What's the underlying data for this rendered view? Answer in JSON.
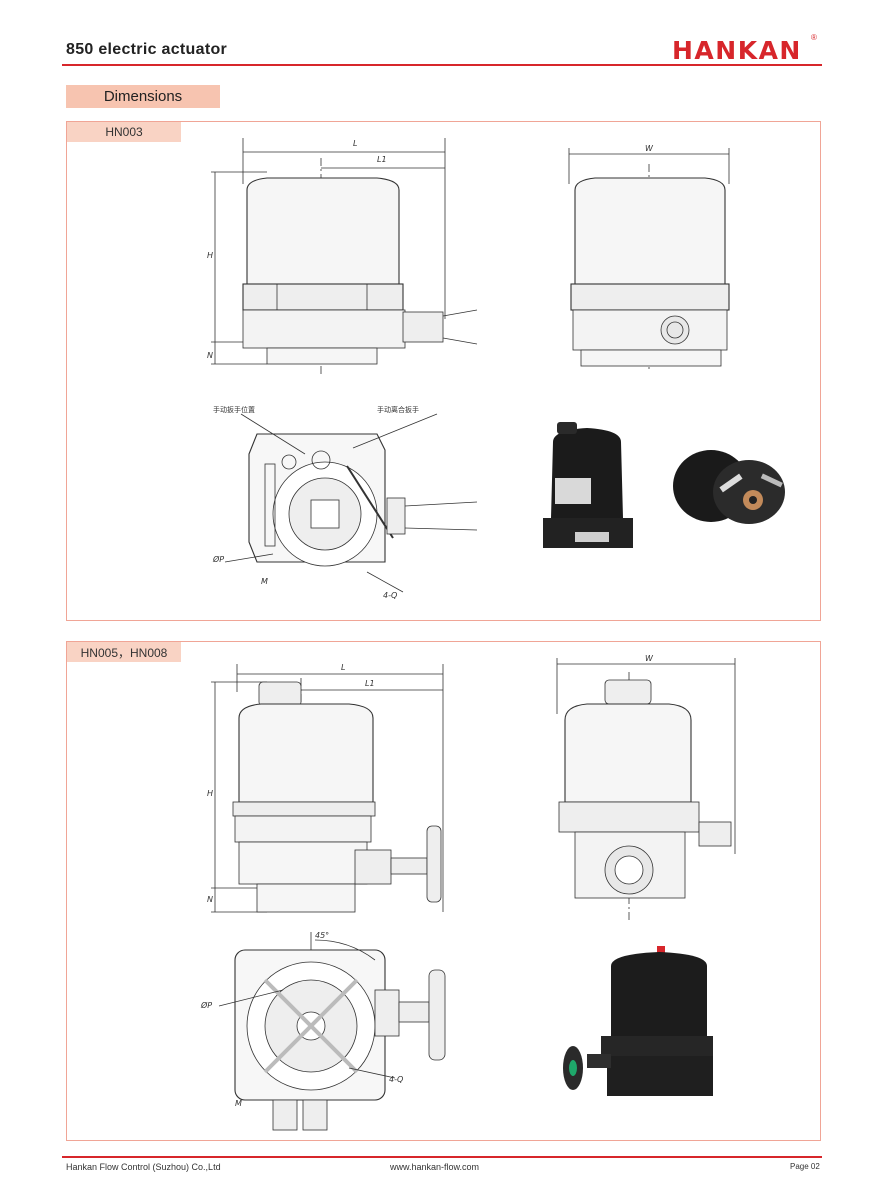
{
  "header": {
    "title": "850 electric actuator",
    "logo": "HANKAN",
    "logo_mark": "®",
    "accent": "#d7262b"
  },
  "section": {
    "title": "Dimensions"
  },
  "panels": [
    {
      "tag": "HN003",
      "dims": {
        "L": "L",
        "L1": "L1",
        "W": "W",
        "H": "H",
        "N": "N",
        "P": "ØP",
        "M": "M",
        "Q": "4-Q"
      },
      "callouts": {
        "wrench_position": "手动扳手位置",
        "clutch_wrench": "手动离合扳手"
      }
    },
    {
      "tag": "HN005，HN008",
      "dims": {
        "L": "L",
        "L1": "L1",
        "W": "W",
        "H": "H",
        "N": "N",
        "P": "ØP",
        "M": "M",
        "Q": "4-Q",
        "angle": "45°"
      }
    }
  ],
  "footer": {
    "company": "Hankan Flow Control (Suzhou) Co.,Ltd",
    "website": "www.hankan-flow.com",
    "page": "Page 02"
  }
}
